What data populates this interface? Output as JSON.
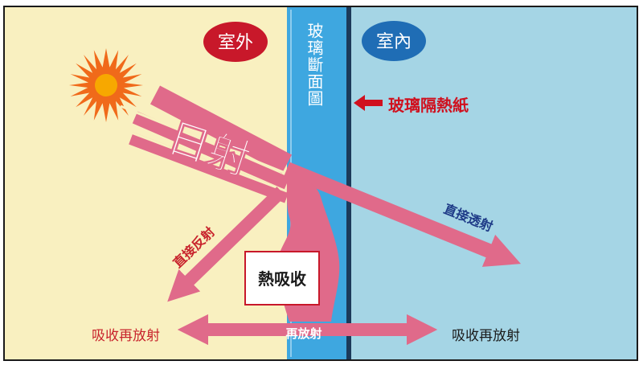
{
  "labels": {
    "outdoor": "室外",
    "indoor": "室內",
    "glass_section": "玻璃斷面圖",
    "film": "玻璃隔熱紙",
    "sunlight": "日射",
    "direct_reflection": "直接反射",
    "direct_transmission": "直接透射",
    "heat_absorption": "熱吸收",
    "reradiation": "再放射",
    "absorb_reradiate_out": "吸收再放射",
    "absorb_reradiate_in": "吸收再放射"
  },
  "colors": {
    "outdoor_bg": "#f9f0c0",
    "indoor_bg": "#a5d5e5",
    "glass": "#3ea7e0",
    "film": "#1c3a5a",
    "beam": "#e06a8a",
    "outdoor_badge": "#c8182a",
    "indoor_badge": "#1f6db5",
    "film_label": "#d0101e",
    "reflection_text": "#c8232c",
    "transmission_text": "#1f3c88",
    "sun_rays": "#f06a1a",
    "sun_core": "#f7a800"
  }
}
